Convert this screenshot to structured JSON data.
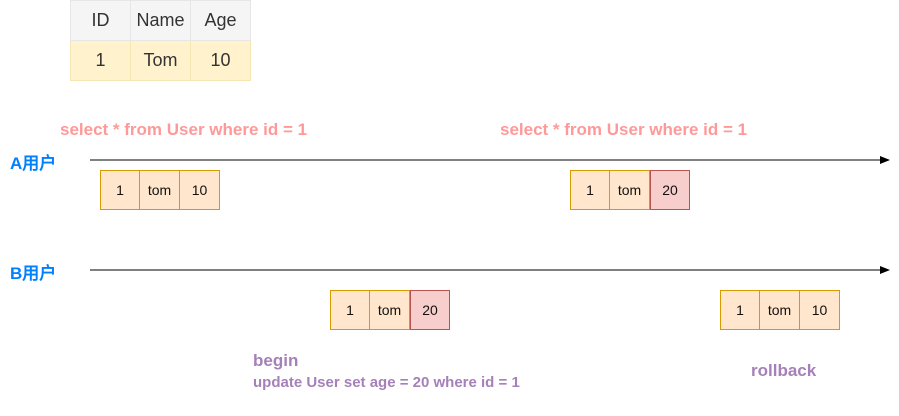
{
  "table": {
    "headers": [
      "ID",
      "Name",
      "Age"
    ],
    "row": [
      "1",
      "Tom",
      "10"
    ]
  },
  "users": {
    "a": "A用户",
    "b": "B用户"
  },
  "queries": {
    "a_first": "select * from User where id = 1",
    "a_second": "select * from User where id = 1"
  },
  "records": {
    "a_read1": [
      "1",
      "tom",
      "10"
    ],
    "a_read2": [
      "1",
      "tom",
      "20"
    ],
    "b_update": [
      "1",
      "tom",
      "20"
    ],
    "b_rollback": [
      "1",
      "tom",
      "10"
    ]
  },
  "transaction_b": {
    "begin": "begin",
    "update": "update User set age = 20 where id = 1",
    "rollback": "rollback"
  },
  "colors": {
    "query": "#ff9999",
    "user_label": "#007fff",
    "tx_text": "#a680b8",
    "cell_fill": "#ffe6cc",
    "changed_fill": "#f8cecc"
  }
}
